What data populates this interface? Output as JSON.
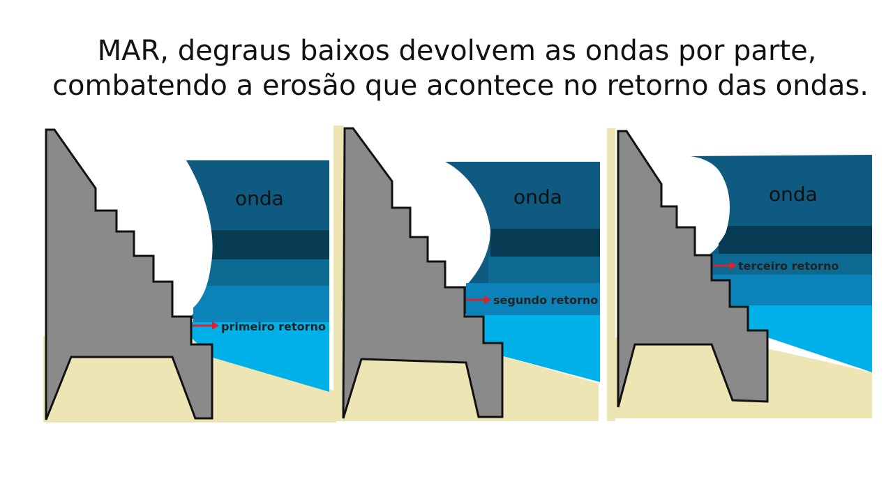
{
  "title": {
    "line1": "MAR, degraus baixos devolvem as ondas por parte,",
    "line2": "combatendo a erosão que acontece no retorno das ondas."
  },
  "panels": [
    {
      "wave_label": "onda",
      "return_label": "primeiro retorno"
    },
    {
      "wave_label": "onda",
      "return_label": "segundo retorno"
    },
    {
      "wave_label": "onda",
      "return_label": "terceiro retorno"
    }
  ],
  "colors": {
    "wall": "#8a8a8a",
    "sand": "#ede6b4",
    "wave_top": "#0e5a80",
    "wave_dark": "#083c55",
    "wave_mid": "#0d6b93",
    "wave_light": "#0b83b8",
    "water": "#00b1e9",
    "arrow": "#e0202a"
  }
}
